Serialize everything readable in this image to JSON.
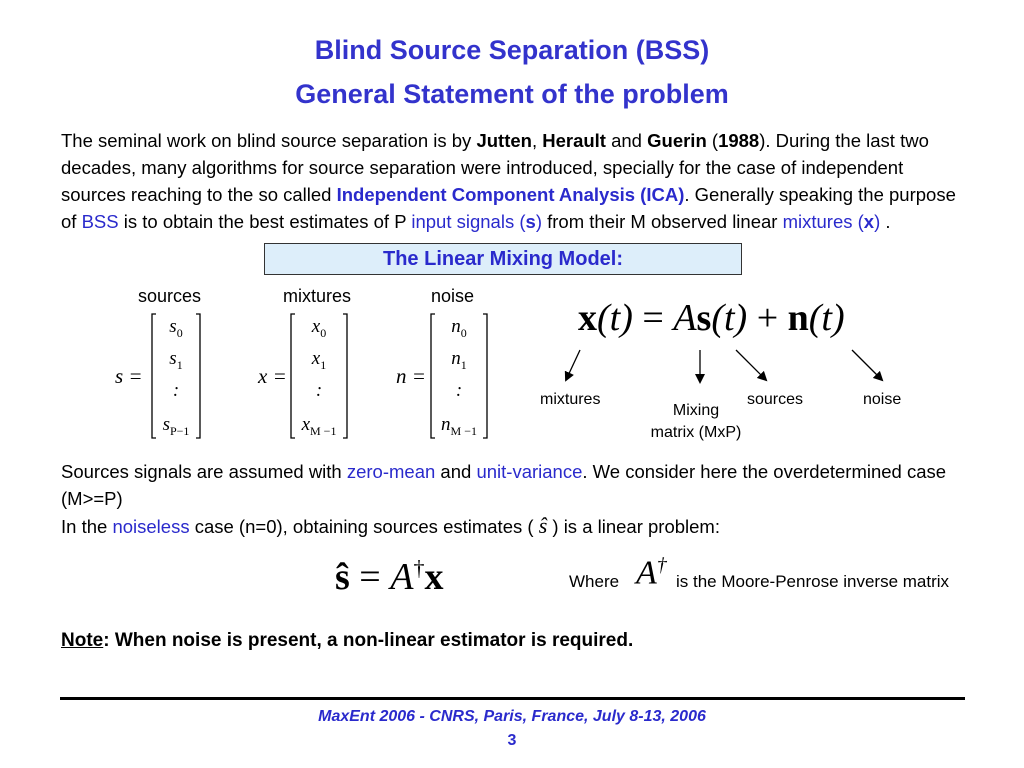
{
  "title": {
    "line1": "Blind Source Separation (BSS)",
    "line2": "General Statement of the problem"
  },
  "intro": {
    "t1": "The seminal work on blind source separation is by ",
    "author1": "Jutten",
    "sep1": ", ",
    "author2": "Herault",
    "t2": " and ",
    "author3": "Guerin",
    "t3": " (",
    "year": "1988",
    "t4": "). During the last two decades, many algorithms for source separation were introduced, specially for the case of independent sources reaching to the so called ",
    "ica": "Independent Component Analysis (ICA)",
    "t5": ". Generally speaking the purpose of ",
    "bss": "BSS",
    "t6": " is to obtain the best estimates of P ",
    "input_signals": "input signals (",
    "s_bold": "s",
    "input_close": ")",
    "t7": " from their M observed linear ",
    "mixtures": "mixtures (",
    "x_bold": "x",
    "mixtures_close": ")",
    "t8": " ."
  },
  "model_header": "The Linear Mixing Model:",
  "matrices": {
    "sources": {
      "label": "sources",
      "lhs": "s =",
      "rows": [
        {
          "base": "s",
          "sub": "0"
        },
        {
          "base": "s",
          "sub": "1"
        },
        {
          "base": ":",
          "sub": ""
        },
        {
          "base": "s",
          "sub": "P−1"
        }
      ]
    },
    "mixtures": {
      "label": "mixtures",
      "lhs": "x =",
      "rows": [
        {
          "base": "x",
          "sub": "0"
        },
        {
          "base": "x",
          "sub": "1"
        },
        {
          "base": ":",
          "sub": ""
        },
        {
          "base": "x",
          "sub": "M −1"
        }
      ]
    },
    "noise": {
      "label": "noise",
      "lhs": "n =",
      "rows": [
        {
          "base": "n",
          "sub": "0"
        },
        {
          "base": "n",
          "sub": "1"
        },
        {
          "base": ":",
          "sub": ""
        },
        {
          "base": "n",
          "sub": "M −1"
        }
      ]
    }
  },
  "equation": {
    "x": "x",
    "t1": "(t)",
    "equals": " = ",
    "A": "A",
    "s": "s",
    "t2": "(t)",
    "plus": " + ",
    "n": "n",
    "t3": "(t)"
  },
  "equation_labels": {
    "mixtures": "mixtures",
    "mixing_line1": "Mixing",
    "mixing_line2": "matrix (MxP)",
    "sources": "sources",
    "noise": "noise"
  },
  "para2": {
    "t1": "Sources signals are assumed with ",
    "zero_mean": "zero-mean",
    "t2": " and ",
    "unit_variance": "unit-variance",
    "t3": ". We consider here the overdetermined case (M>=P)",
    "t4": "In the ",
    "noiseless": "noiseless",
    "t5": " case (n=0), obtaining sources estimates ( ",
    "s_hat": "ŝ",
    "t6": " ) is a linear problem:"
  },
  "estimator": {
    "lhs": "ŝ",
    "eq": " = ",
    "A": "A",
    "dagger": "†",
    "x": "x",
    "where": "Where",
    "A2": "A",
    "dagger2": "†",
    "desc": "is the Moore-Penrose inverse matrix"
  },
  "note": {
    "label": "Note",
    "text": ": When noise is present, a non-linear estimator is required."
  },
  "footer": {
    "conference": "MaxEnt 2006 - CNRS, Paris, France, July 8-13, 2006",
    "page": "3"
  },
  "colors": {
    "title": "#3333cc",
    "accent": "#2a2acc",
    "box_fill": "#ddeefa"
  }
}
